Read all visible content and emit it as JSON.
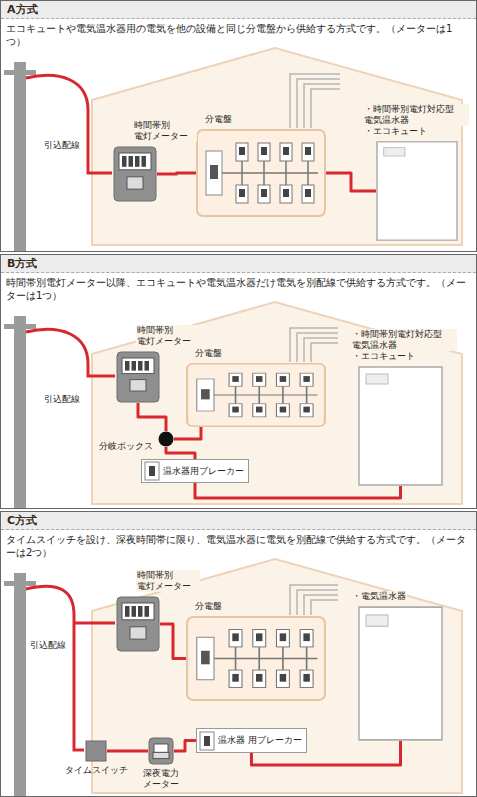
{
  "diagram": {
    "nodes": [
      {
        "text": [
          "A方式",
          "エコキュートや電気温水器用の電気を他の設備と同じ分電盤から供給する方式です。（メーターは1つ）"
        ]
      },
      {
        "text": [
          "時間帯別 電灯メーター"
        ],
        "in": 0
      },
      {
        "text": [
          "分電盤"
        ],
        "in": 0
      },
      {
        "text": [
          "・時間帯別電灯対応型 電気温水器",
          "・エコキュート"
        ],
        "in": 0
      },
      {
        "text": [
          "B方式",
          "時間帯別電灯メーター以降、エコキュートや電気温水器だけ電気を別配線で供給する方式です。（メーターは1つ）"
        ]
      },
      {
        "text": [
          "時間帯別 電灯メーター"
        ],
        "in": 4
      },
      {
        "text": [
          "分電盤"
        ],
        "in": 4
      },
      {
        "text": [
          "分岐ボックス"
        ],
        "in": 4
      },
      {
        "text": [
          "温水器用ブレーカー"
        ],
        "in": 4
      },
      {
        "text": [
          "・時間帯別電灯対応型 電気温水器",
          "・エコキュート"
        ],
        "in": 4
      },
      {
        "text": [
          "C方式",
          "タイムスイッチを設け、深夜時間帯に限り、電気温水器に電気を別配線で供給する方式です。（メーターは2つ）"
        ]
      },
      {
        "text": [
          "時間帯別 電灯メーター"
        ],
        "in": 10
      },
      {
        "text": [
          "分電盤"
        ],
        "in": 10
      },
      {
        "text": [
          "タイムスイッチ"
        ],
        "in": 10
      },
      {
        "text": [
          "深夜電力 メーター"
        ],
        "in": 10
      },
      {
        "text": [
          "温水器 用ブレーカー"
        ],
        "in": 10
      },
      {
        "text": [
          "・電気温水器"
        ],
        "in": 10
      }
    ],
    "edges": [
      {
        "from": 1,
        "to": 2,
        "arrow": "none"
      },
      {
        "from": 2,
        "to": 3,
        "arrow": "none"
      },
      {
        "from": 5,
        "to": 7,
        "arrow": "none"
      },
      {
        "from": 7,
        "to": 6,
        "arrow": "none"
      },
      {
        "from": 7,
        "to": 8,
        "arrow": "none"
      },
      {
        "from": 8,
        "to": 9,
        "arrow": "none"
      },
      {
        "from": 11,
        "to": 12,
        "arrow": "none"
      },
      {
        "from": 13,
        "to": 14,
        "arrow": "none"
      },
      {
        "from": 14,
        "to": 15,
        "arrow": "none"
      },
      {
        "from": 15,
        "to": 16,
        "arrow": "none"
      }
    ],
    "labels": [
      "引込配線",
      "引込配線",
      "引込配線"
    ]
  }
}
